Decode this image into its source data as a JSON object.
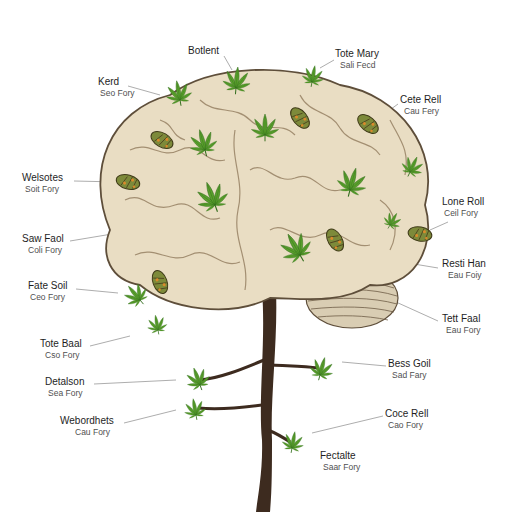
{
  "diagram": {
    "labels": [
      "Kerd",
      "Seo Fory",
      "Welsotes",
      "Soit Fory",
      "Saw Faol",
      "Coli Fory",
      "Fate Soil",
      "Ceo Fory",
      "Tote Baal",
      "Cso Fory",
      "Detalson",
      "Sea Fory",
      "Webordhets",
      "Cau Fory",
      "Botlent",
      "Tote Mary",
      "Sali Fecd",
      "Cete Rell",
      "Cau Fery",
      "Lone Roll",
      "Ceil Fory",
      "Resti Han",
      "Eau Foiy",
      "Tett Faal",
      "Eau Fory",
      "Bess Goil",
      "Sad Fary",
      "Coce Rell",
      "Cao Fory",
      "Fectalte",
      "Saar Fory"
    ]
  }
}
